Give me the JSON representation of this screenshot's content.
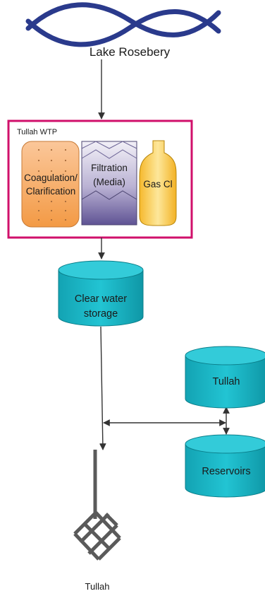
{
  "source": {
    "label": "Lake Rosebery",
    "icon": "water-waves-icon"
  },
  "plant": {
    "title": "Tullah WTP",
    "border_color": "#d0106b",
    "steps": [
      {
        "label_line1": "Coagulation/",
        "label_line2": "Clarification",
        "icon": "clarifier-icon",
        "color": "#f7a55a"
      },
      {
        "label_line1": "Filtration",
        "label_line2": "(Media)",
        "icon": "filter-icon",
        "color": "#8a7fb3"
      },
      {
        "label": "Gas Cl",
        "icon": "chlorine-cylinder-icon",
        "color": "#f9c945"
      }
    ]
  },
  "clear_water": {
    "label_line1": "Clear water",
    "label_line2": "storage",
    "color": "#1ab5c4"
  },
  "reservoirs": [
    {
      "label": "Tullah",
      "color": "#1ab5c4"
    },
    {
      "label": "Reservoirs",
      "color": "#1ab5c4"
    }
  ],
  "network": {
    "label": "Tullah",
    "icon": "distribution-network-icon",
    "color": "#5a5a5a"
  },
  "colors": {
    "line": "#333333",
    "water_wave": "#2a3a8c"
  }
}
